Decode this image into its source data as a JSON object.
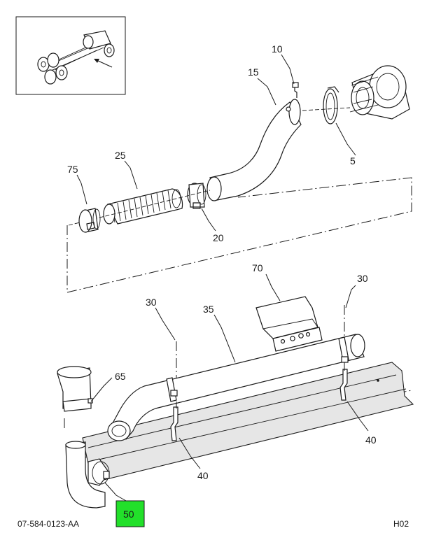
{
  "diagram": {
    "drawing_number": "07-584-0123-AA",
    "sheet_code": "H02",
    "highlight_color": "#22e02a",
    "callouts": [
      {
        "id": "10",
        "label": "10"
      },
      {
        "id": "15",
        "label": "15"
      },
      {
        "id": "5",
        "label": "5"
      },
      {
        "id": "25",
        "label": "25"
      },
      {
        "id": "75",
        "label": "75"
      },
      {
        "id": "20",
        "label": "20"
      },
      {
        "id": "70",
        "label": "70"
      },
      {
        "id": "30a",
        "label": "30"
      },
      {
        "id": "30b",
        "label": "30"
      },
      {
        "id": "35",
        "label": "35"
      },
      {
        "id": "65",
        "label": "65"
      },
      {
        "id": "40a",
        "label": "40"
      },
      {
        "id": "40b",
        "label": "40"
      },
      {
        "id": "50",
        "label": "50",
        "highlighted": true
      }
    ]
  }
}
